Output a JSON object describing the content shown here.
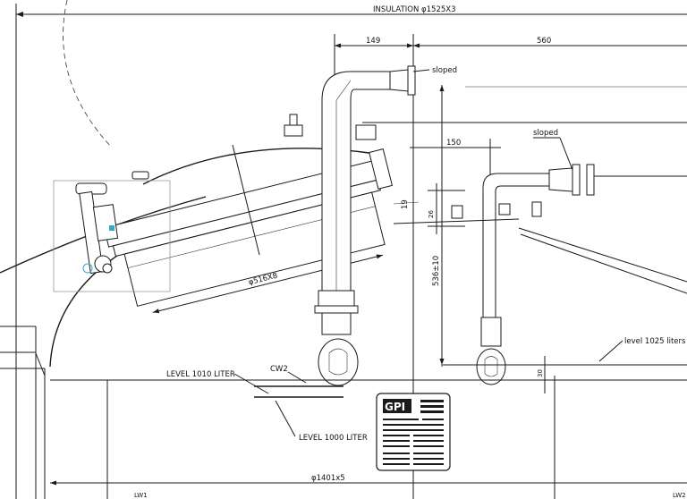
{
  "dimensions": {
    "insulation": "INSULATION φ1525X3",
    "d149": "149",
    "d560": "560",
    "d150": "150",
    "d19": "19",
    "d26": "26",
    "d536": "536±10",
    "d516": "φ516X8",
    "d30": "30",
    "d1401": "φ1401x5"
  },
  "labels": {
    "sloped_top": "sloped",
    "sloped_right": "sloped",
    "level_1025": "level 1025 liters",
    "level_1010": "LEVEL 1010 LITER",
    "level_1000": "LEVEL 1000 LITER",
    "cw2": "CW2",
    "lw1": "LW1",
    "lw2": "LW2"
  },
  "nameplate": {
    "logo": "GPI"
  },
  "colors": {
    "line": "#1a1a1a",
    "accent": "#3aa6c8"
  }
}
